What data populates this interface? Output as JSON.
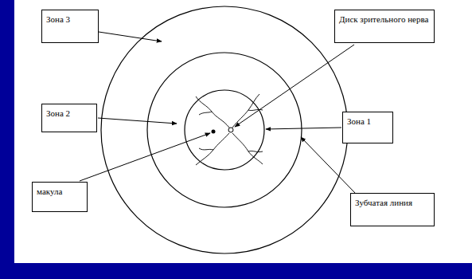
{
  "diagram": {
    "nodes": [
      {
        "text": [
          "Зона 3"
        ]
      },
      {
        "text": [
          "Диск зрительного нерва"
        ]
      },
      {
        "text": [
          "Зона 2"
        ]
      },
      {
        "text": [
          "Зона 1"
        ]
      },
      {
        "text": [
          "макула"
        ]
      },
      {
        "text": [
          "Зубчатая линия"
        ]
      }
    ]
  }
}
